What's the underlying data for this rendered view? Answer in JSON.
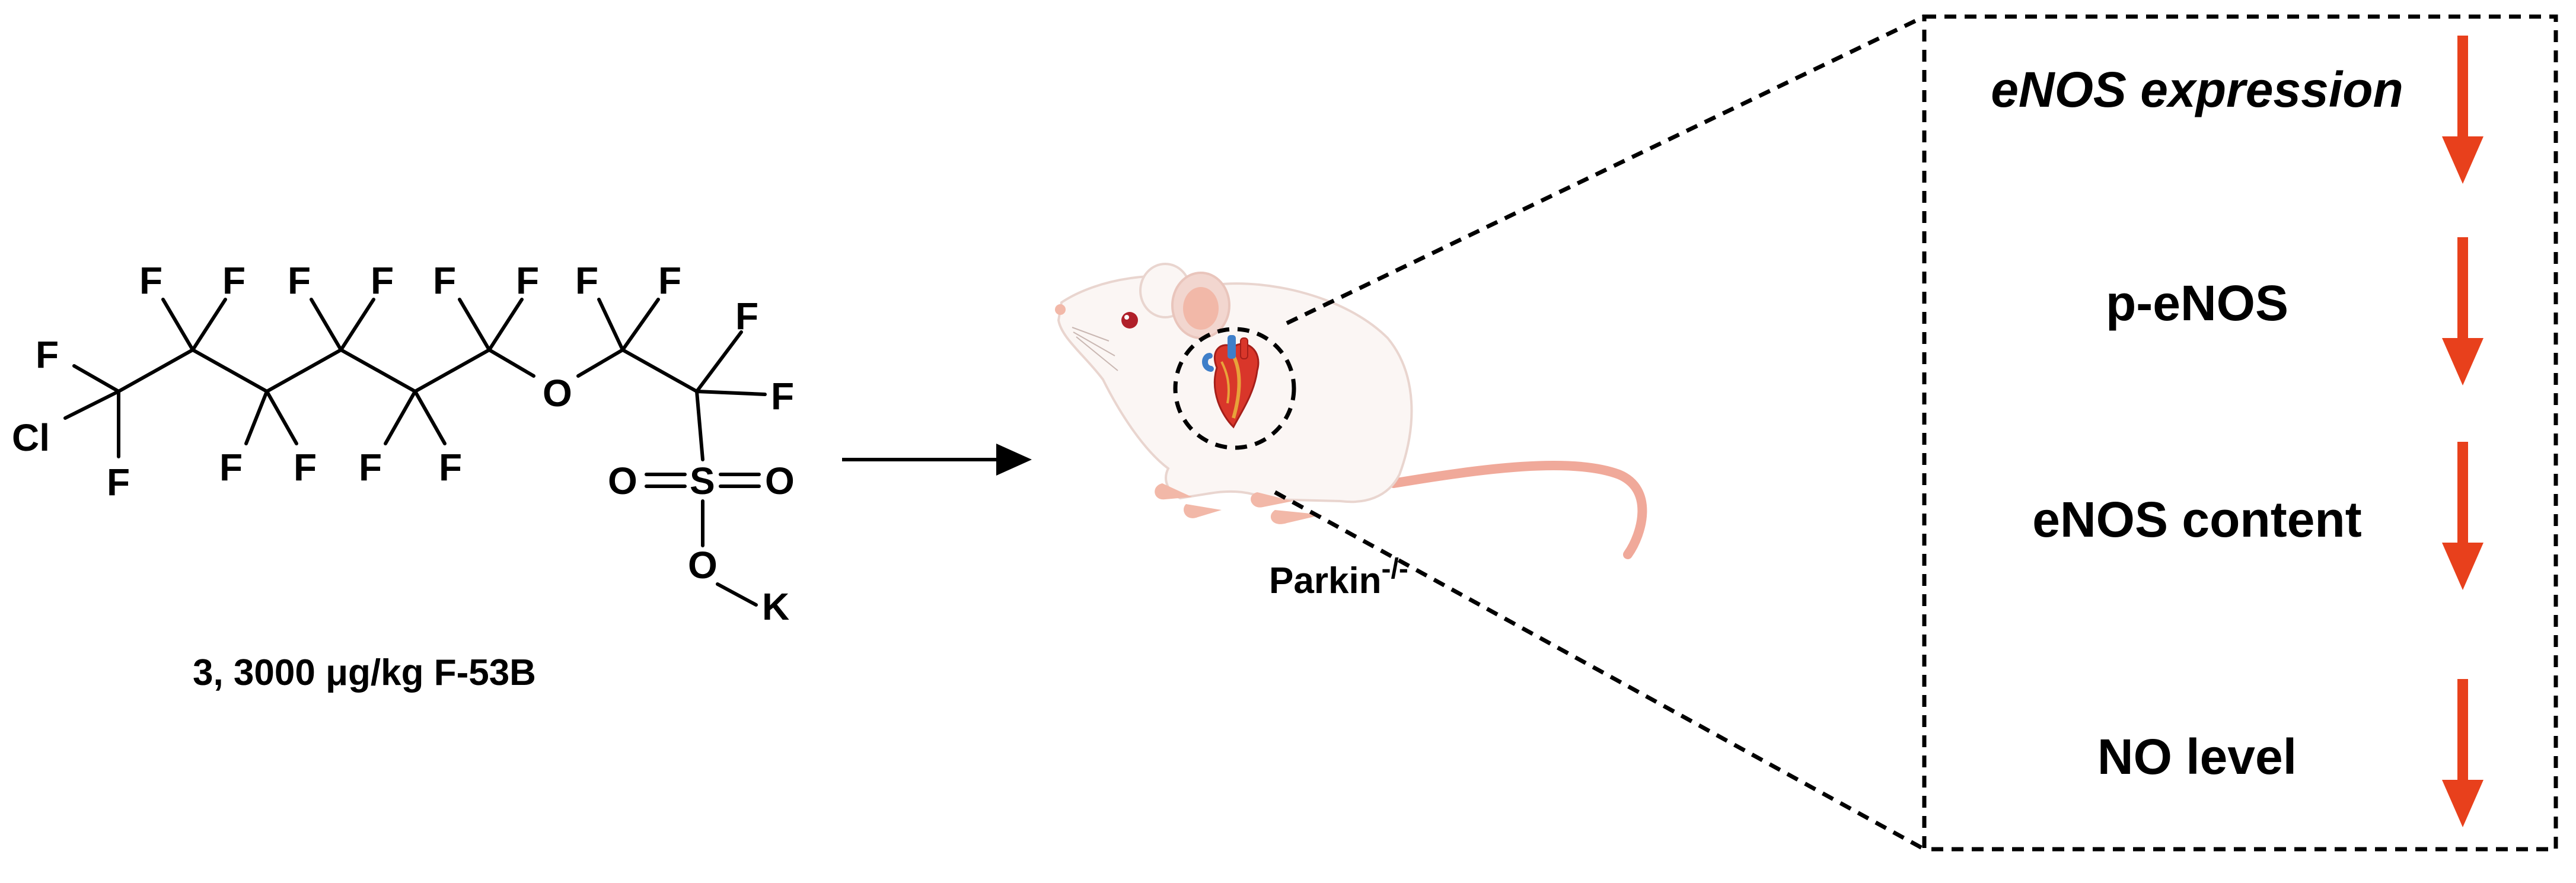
{
  "compound": {
    "atoms": {
      "cl": "Cl",
      "f": "F",
      "o": "O",
      "s": "S",
      "k": "K"
    },
    "dose_label": "3, 3000 μg/kg F-53B"
  },
  "model": {
    "strain_label": "Parkin",
    "strain_superscript": "-/-"
  },
  "effects": [
    {
      "label": "eNOS expression",
      "direction": "down",
      "italic": true
    },
    {
      "label": "p-eNOS",
      "direction": "down",
      "italic": false
    },
    {
      "label": "eNOS content",
      "direction": "down",
      "italic": false
    },
    {
      "label": "NO level",
      "direction": "down",
      "italic": false
    }
  ],
  "colors": {
    "arrow_down": "#e8401c",
    "heart_red": "#d9362a",
    "heart_orange": "#e8a23a",
    "vessel_blue": "#3f7fc9",
    "mouse_body": "#fbf6f4",
    "mouse_pink": "#f2b8a8"
  }
}
